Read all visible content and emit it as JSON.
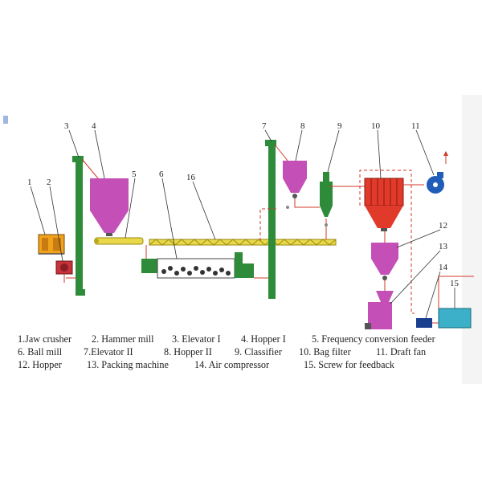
{
  "numbers": [
    "1",
    "2",
    "3",
    "4",
    "5",
    "6",
    "16",
    "7",
    "8",
    "9",
    "10",
    "11",
    "12",
    "13",
    "14",
    "15"
  ],
  "legend": [
    [
      "1.Jaw crusher",
      "2. Hammer mill",
      "3. Elevator I",
      "4. Hopper I",
      "5. Frequency conversion feeder"
    ],
    [
      "6. Ball mill",
      "7.Elevator II",
      "8. Hopper II",
      "9. Classifier",
      "10. Bag filter",
      "11. Draft fan"
    ],
    [
      "12. Hopper",
      "13. Packing machine",
      "14. Air compressor",
      "15. Screw for feedback"
    ]
  ],
  "colors": {
    "elevator": "#2e8b3a",
    "hopper": "#c44fb6",
    "screw": "#e8d84a",
    "pipe": "#d3382a",
    "filter": "#e23a2a",
    "fan": "#1f5db8",
    "compressor": "#1a3f8f",
    "tank": "#3bb0c8"
  },
  "icons": [
    "jaw-crusher-icon",
    "hammer-mill-icon",
    "elevator-icon",
    "hopper-icon",
    "screw-feeder-icon",
    "ball-mill-icon",
    "classifier-icon",
    "bag-filter-icon",
    "draft-fan-icon",
    "packing-machine-icon",
    "air-compressor-icon",
    "screw-feedback-icon"
  ]
}
